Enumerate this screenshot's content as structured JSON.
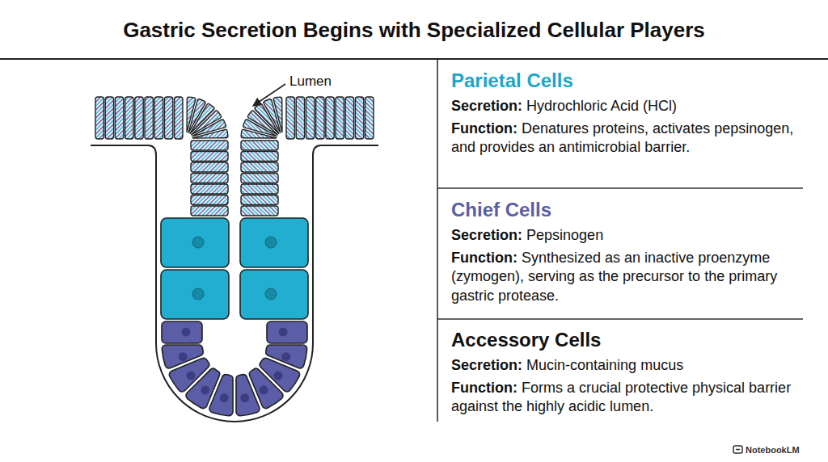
{
  "diagram": {
    "title": "Gastric Secretion Begins with Specialized Cellular Players",
    "nodes": [
      {
        "text": [
          "Parietal Cells",
          "Secretion:",
          "Hydrochloric Acid (HCl)",
          "Function:",
          "Denatures proteins, activates pepsinogen, and provides an antimicrobial barrier."
        ]
      },
      {
        "text": [
          "Chief Cells",
          "Secretion:",
          "Pepsinogen",
          "Function:",
          "Synthesized as an inactive proenzyme (zymogen), serving as the precursor to the primary gastric protease."
        ]
      },
      {
        "text": [
          "Accessory Cells",
          "Secretion:",
          "Mucin-containing mucus",
          "Function:",
          "Forms a crucial protective physical barrier against the highly acidic lumen."
        ]
      }
    ],
    "labels": [
      "Lumen",
      "NotebookLM"
    ]
  }
}
